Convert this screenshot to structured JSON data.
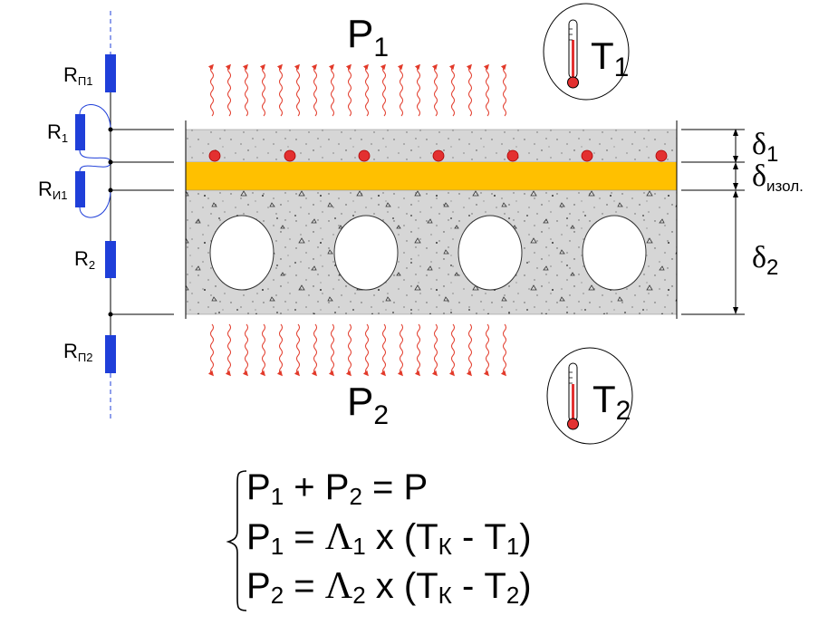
{
  "power_top": {
    "letter": "P",
    "sub": "1"
  },
  "power_bottom": {
    "letter": "P",
    "sub": "2"
  },
  "temp_top": {
    "letter": "T",
    "sub": "1"
  },
  "temp_bottom": {
    "letter": "T",
    "sub": "2"
  },
  "resistors": [
    {
      "main": "R",
      "sub": "П1"
    },
    {
      "main": "R",
      "sub": "1"
    },
    {
      "main": "R",
      "sub": "И1"
    },
    {
      "main": "R",
      "sub": "2"
    },
    {
      "main": "R",
      "sub": "П2"
    }
  ],
  "thickness": [
    {
      "main": "δ",
      "sub": "1"
    },
    {
      "main": "δ",
      "sub": "изол."
    },
    {
      "main": "δ",
      "sub": "2"
    }
  ],
  "equations": [
    {
      "a": "P",
      "a_sub": "1",
      "op1": " + ",
      "b": "P",
      "b_sub": "2",
      "rest": " = P"
    },
    {
      "a": "P",
      "a_sub": "1",
      "eq": " = ",
      "lam": "Λ",
      "lam_sub": "1",
      "mid": " x (T",
      "k_sub": "К",
      "minus": " - T",
      "t_sub": "1",
      "close": ")"
    },
    {
      "a": "P",
      "a_sub": "2",
      "eq": " = ",
      "lam": "Λ",
      "lam_sub": "2",
      "mid": " x (T",
      "k_sub": "К",
      "minus": " - T",
      "t_sub": "2",
      "close": ")"
    }
  ],
  "colors": {
    "insulation": "#ffc000",
    "concrete": "#d6d6d6",
    "heater_dot": "#e33030",
    "heat_arrow": "#e23a2a",
    "resistor": "#1f3fd9",
    "wire": "#000000"
  },
  "icons": [
    "thermometer-icon",
    "heat-wave-arrow-icon",
    "heating-element-dot-icon"
  ]
}
